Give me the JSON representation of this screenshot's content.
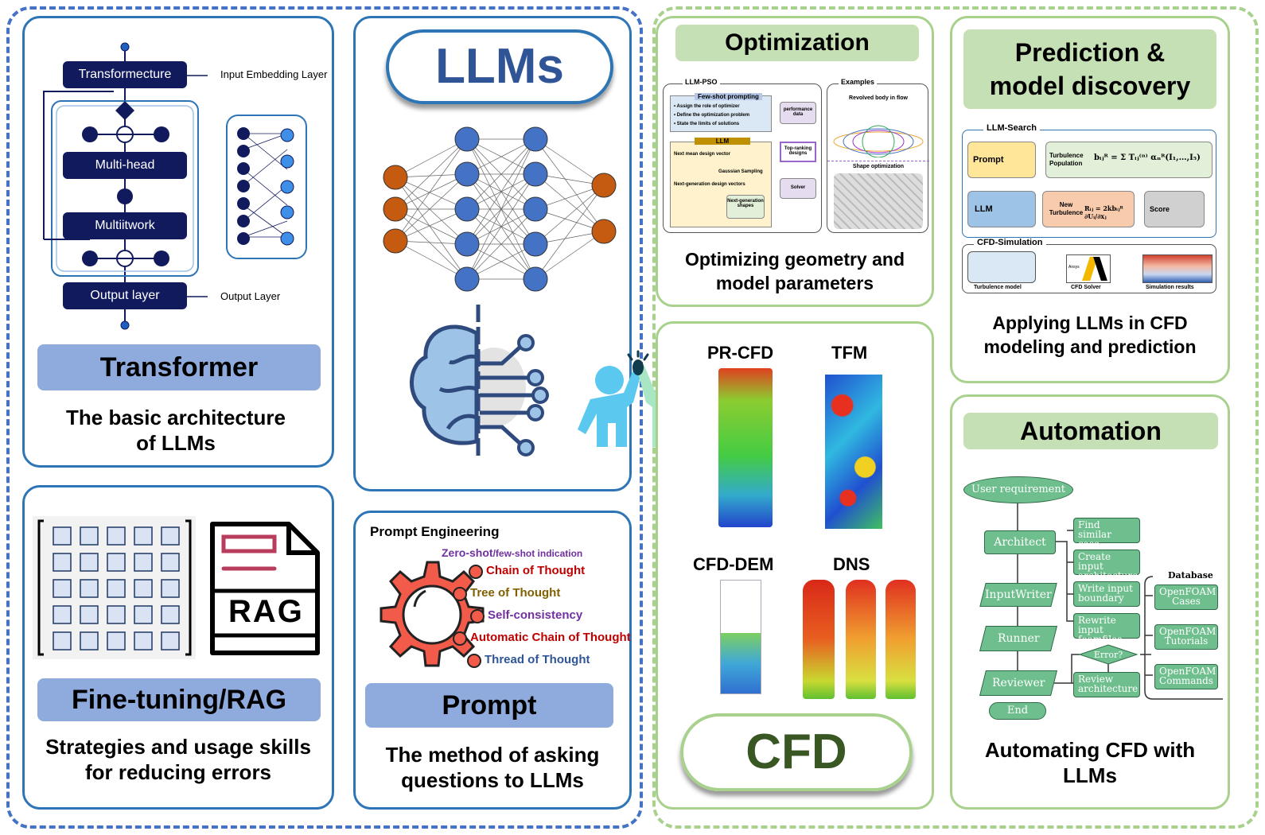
{
  "llms": {
    "title": "LLMs"
  },
  "cfd": {
    "title": "CFD"
  },
  "transformer": {
    "diagram": {
      "top_box": "Transformecture",
      "top_label": "Input Embedding Layer",
      "block1": "Multi-head",
      "block2": "Multiitwork",
      "bottom_box": "Output layer",
      "bottom_label": "Output Layer"
    },
    "title": "Transformer",
    "description_line1": "The basic architecture",
    "description_line2": "of LLMs"
  },
  "finetuning": {
    "rag_icon_text": "RAG",
    "title": "Fine-tuning/RAG",
    "description_line1": "Strategies and usage skills",
    "description_line2": "for reducing errors"
  },
  "prompt": {
    "heading": "Prompt Engineering",
    "items": [
      {
        "label": "Zero-shot",
        "suffix": "/few-shot indication",
        "color": "#7030a0"
      },
      {
        "label": "Chain of Thought",
        "color": "#c00000"
      },
      {
        "label": "Tree of Thought",
        "color": "#806000"
      },
      {
        "label": "Self-consistency",
        "color": "#7030a0"
      },
      {
        "label": "Automatic Chain of Thought",
        "color": "#c00000"
      },
      {
        "label": "Thread of Thought",
        "color": "#2f5597"
      }
    ],
    "title": "Prompt",
    "description_line1": "The method of asking",
    "description_line2": "questions to LLMs"
  },
  "optimization": {
    "title": "Optimization",
    "llm_pso": {
      "title": "LLM-PSO",
      "few_shot": "Few-shot prompting",
      "bullets": [
        "Assign the role of optimizer",
        "Define the optimization problem",
        "State the limits of solutions"
      ],
      "llm": "LLM",
      "next_mean": "Next mean design vector",
      "gaussian": "Gaussian Sampling",
      "next_gen_vectors": "Next-generation design vectors",
      "next_gen_shapes": "Next-generation shapes",
      "performance": "performance data",
      "top_ranking": "Top-ranking designs",
      "solver": "Solver"
    },
    "examples": {
      "title": "Examples",
      "revolved": "Revolved body in flow",
      "shape_opt": "Shape optimization"
    },
    "description_line1": "Optimizing geometry and",
    "description_line2": "model parameters"
  },
  "prediction": {
    "title_line1": "Prediction &",
    "title_line2": "model discovery",
    "llm_search": {
      "title": "LLM-Search",
      "prompt": "Prompt",
      "turb_pop": "Turbulence Population",
      "formula1": "bᵢⱼᴿ = Σ Tᵢⱼ⁽ⁿ⁾ αₙᴿ(I₁,…,I₅)",
      "llm": "LLM",
      "new_turb": "New Turbulence",
      "formula2": "Rᵢⱼ = 2kbᵢⱼᴿ ∂Uᵢ/∂xⱼ",
      "score": "Score"
    },
    "cfd_sim": {
      "title": "CFD-Simulation",
      "turb_model": "Turbulence model",
      "solver": "CFD Solver",
      "solver_brand": "Ansys",
      "results": "Simulation results"
    },
    "description_line1": "Applying LLMs in CFD",
    "description_line2": "modeling and prediction"
  },
  "cfd_methods": {
    "pr_cfd": "PR-CFD",
    "tfm": "TFM",
    "cfd_dem": "CFD-DEM",
    "dns": "DNS"
  },
  "automation": {
    "title": "Automation",
    "user_req": "User requirement",
    "architect": "Architect",
    "input_writer": "InputWriter",
    "runner": "Runner",
    "reviewer": "Reviewer",
    "end": "End",
    "find_similar": "Find similar case",
    "create_input": "Create input architecture",
    "write_input": "Write input boundary",
    "rewrite_input": "Rewrite input foamfiles",
    "error": "Error?",
    "review_arch": "Review architecture",
    "database": "Database",
    "db_cases": "OpenFOAM Cases",
    "db_tutorials": "OpenFOAM Tutorials",
    "db_commands": "OpenFOAM Commands",
    "description_line1": "Automating CFD with",
    "description_line2": "LLMs"
  }
}
